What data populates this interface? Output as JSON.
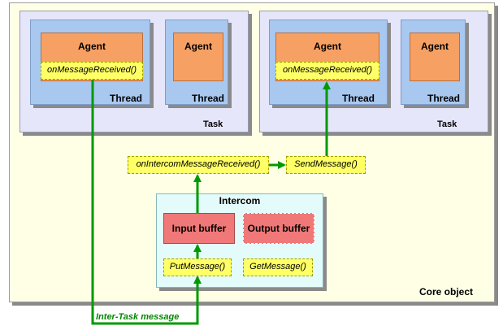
{
  "core_label": "Core object",
  "task_left": {
    "label": "Task",
    "thread_main": {
      "label": "Thread",
      "agent": "Agent",
      "handler": "onMessageReceived()"
    },
    "thread_small": {
      "label": "Thread",
      "agent": "Agent"
    }
  },
  "task_right": {
    "label": "Task",
    "thread_main": {
      "label": "Thread",
      "agent": "Agent",
      "handler": "onMessageReceived()"
    },
    "thread_small": {
      "label": "Thread",
      "agent": "Agent"
    }
  },
  "intercom_handler": "onIntercomMessageReceived()",
  "send_message": "SendMessage()",
  "intercom": {
    "title": "Intercom",
    "input_buffer": "Input buffer",
    "output_buffer": "Output buffer",
    "put_message": "PutMessage()",
    "get_message": "GetMessage()"
  },
  "inter_task_message": "Inter-Task message",
  "colors": {
    "arrow": "#009900",
    "core": "#ffffe6",
    "task": "#e6e6fb",
    "thread": "#a8c8f0",
    "agent": "#f7a064",
    "callback": "#ffff66",
    "intercom": "#e4fbfb",
    "buffer": "#f07878"
  }
}
